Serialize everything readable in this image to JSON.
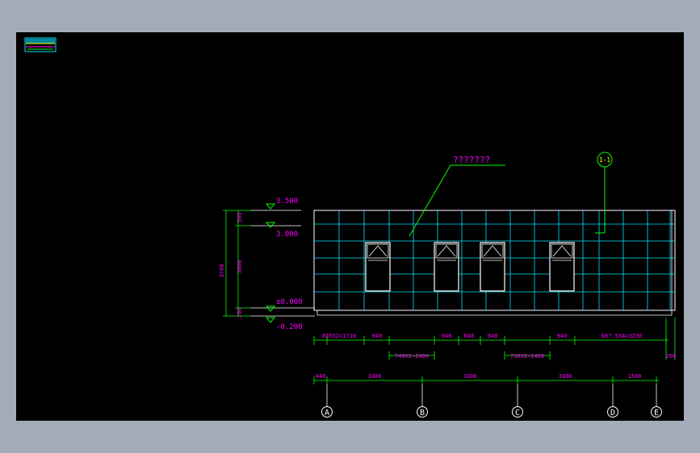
{
  "drawing": {
    "callout_label": "???????",
    "section_marker": "1-1",
    "colors": {
      "background": "#000000",
      "outer_bg": "#a3abbb",
      "grid": "#00e5ff",
      "lines": "#ffffff",
      "leaders": "#00ff00",
      "text": "#ff00ff",
      "marker": "#ffff00"
    },
    "elevations": {
      "top": "3.500",
      "upper": "3.000",
      "zero": "±0.000",
      "bottom": "-0.200"
    },
    "vertical_dims": {
      "total": "3700",
      "top_segment": "500",
      "middle_segment": "3000",
      "bottom_segment": "200"
    },
    "horizontal_dims_row1": [
      "855X2=1710",
      "940",
      "940",
      "640",
      "940",
      "940",
      "687.5X4=3230"
    ],
    "horizontal_dims_row2": [
      "740X2=1480",
      "730X2=1460",
      "200"
    ],
    "axis_spacings": [
      "440",
      "3300",
      "3300",
      "3300",
      "1500"
    ],
    "axes": [
      "A",
      "B",
      "C",
      "D",
      "E"
    ],
    "thumbnail_icon": "toolbar-thumbnail-icon"
  }
}
